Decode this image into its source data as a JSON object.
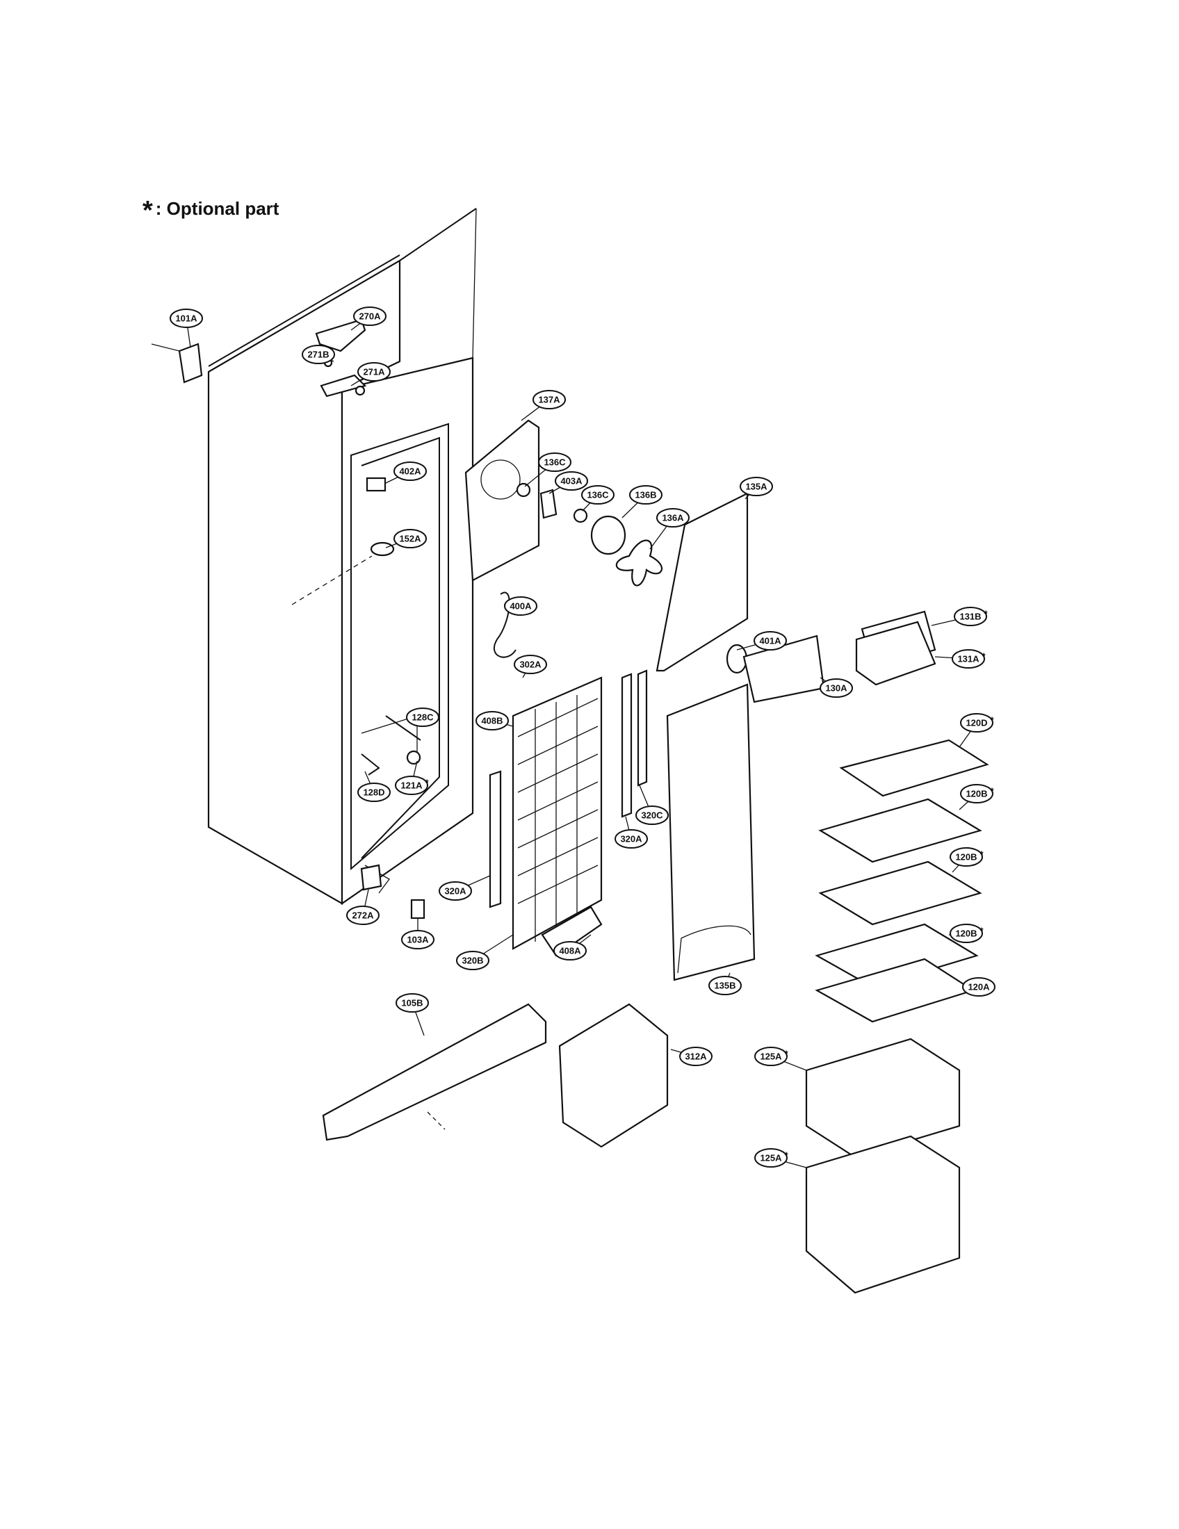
{
  "legend": {
    "symbol": "*",
    "text": ": Optional part"
  },
  "parts": [
    {
      "id": "101A",
      "optional": false
    },
    {
      "id": "270A",
      "optional": false
    },
    {
      "id": "271B",
      "optional": false
    },
    {
      "id": "271A",
      "optional": false
    },
    {
      "id": "137A",
      "optional": false
    },
    {
      "id": "402A",
      "optional": false
    },
    {
      "id": "136C",
      "optional": false
    },
    {
      "id": "403A",
      "optional": false
    },
    {
      "id": "136C",
      "optional": false
    },
    {
      "id": "136B",
      "optional": false
    },
    {
      "id": "135A",
      "optional": false
    },
    {
      "id": "152A",
      "optional": false
    },
    {
      "id": "136A",
      "optional": false
    },
    {
      "id": "400A",
      "optional": false
    },
    {
      "id": "131B",
      "optional": true
    },
    {
      "id": "131A",
      "optional": true
    },
    {
      "id": "401A",
      "optional": false
    },
    {
      "id": "302A",
      "optional": false
    },
    {
      "id": "130A",
      "optional": false
    },
    {
      "id": "408B",
      "optional": false
    },
    {
      "id": "128C",
      "optional": false
    },
    {
      "id": "120D",
      "optional": true
    },
    {
      "id": "121A",
      "optional": true
    },
    {
      "id": "128D",
      "optional": false
    },
    {
      "id": "120B",
      "optional": true
    },
    {
      "id": "320C",
      "optional": false
    },
    {
      "id": "320A",
      "optional": false
    },
    {
      "id": "120B",
      "optional": true
    },
    {
      "id": "320A",
      "optional": false
    },
    {
      "id": "272A",
      "optional": false
    },
    {
      "id": "120B",
      "optional": true
    },
    {
      "id": "103A",
      "optional": false
    },
    {
      "id": "320B",
      "optional": false
    },
    {
      "id": "408A",
      "optional": false
    },
    {
      "id": "120A",
      "optional": false
    },
    {
      "id": "135B",
      "optional": false
    },
    {
      "id": "105B",
      "optional": false
    },
    {
      "id": "312A",
      "optional": false
    },
    {
      "id": "125A",
      "optional": true
    },
    {
      "id": "125A",
      "optional": true
    }
  ]
}
